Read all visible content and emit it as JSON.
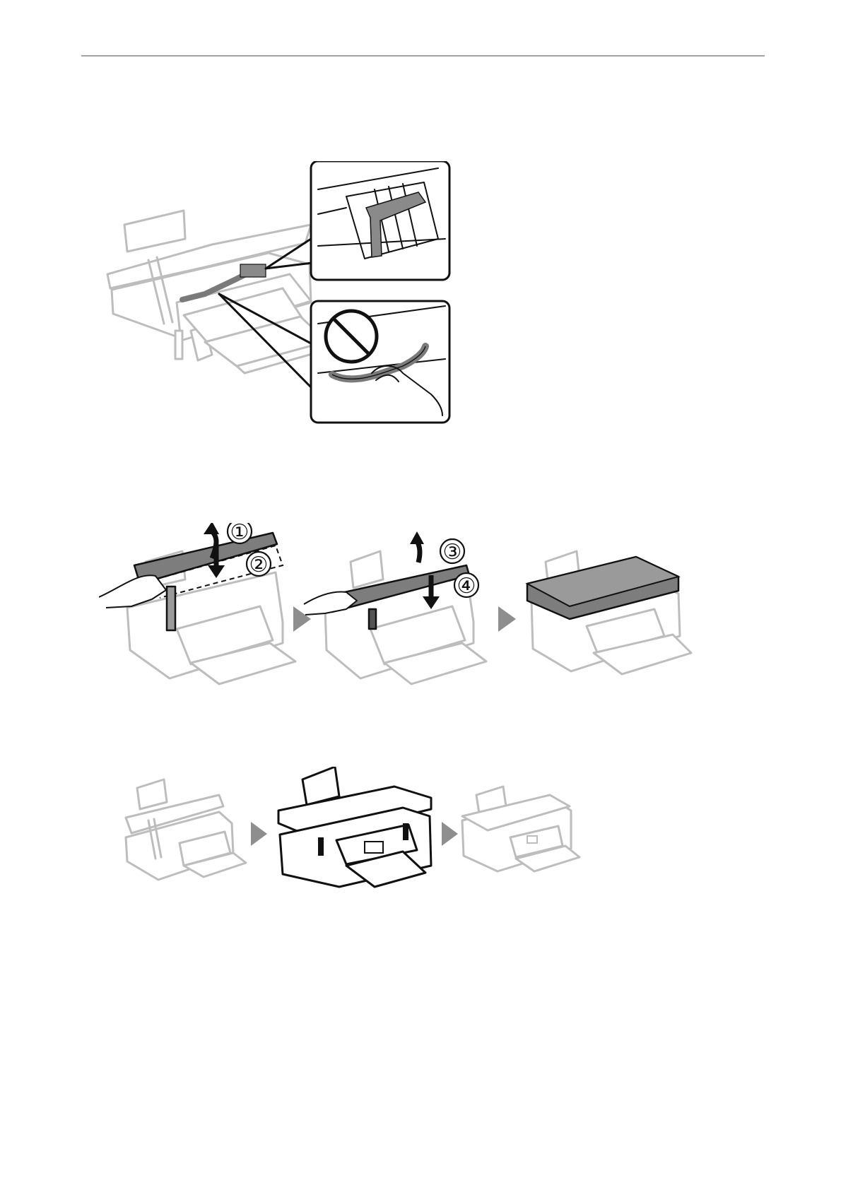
{
  "figures": {
    "tape_removal": {
      "callout_ok": "",
      "callout_prohibited": "prohibited-icon"
    },
    "close_scanner": {
      "callouts": [
        "①",
        "②",
        "③",
        "④"
      ]
    },
    "scanner_sequence": {}
  },
  "colors": {
    "rule": "#a3a3a3",
    "line_grey": "#bdbdbd",
    "line_dark": "#111111",
    "tape": "#8a8a8a",
    "arrow": "#8e8e8e"
  },
  "icons": [
    "prohibited-icon",
    "arrow-up-icon",
    "arrow-down-icon",
    "step-arrow-icon",
    "hand-icon"
  ]
}
